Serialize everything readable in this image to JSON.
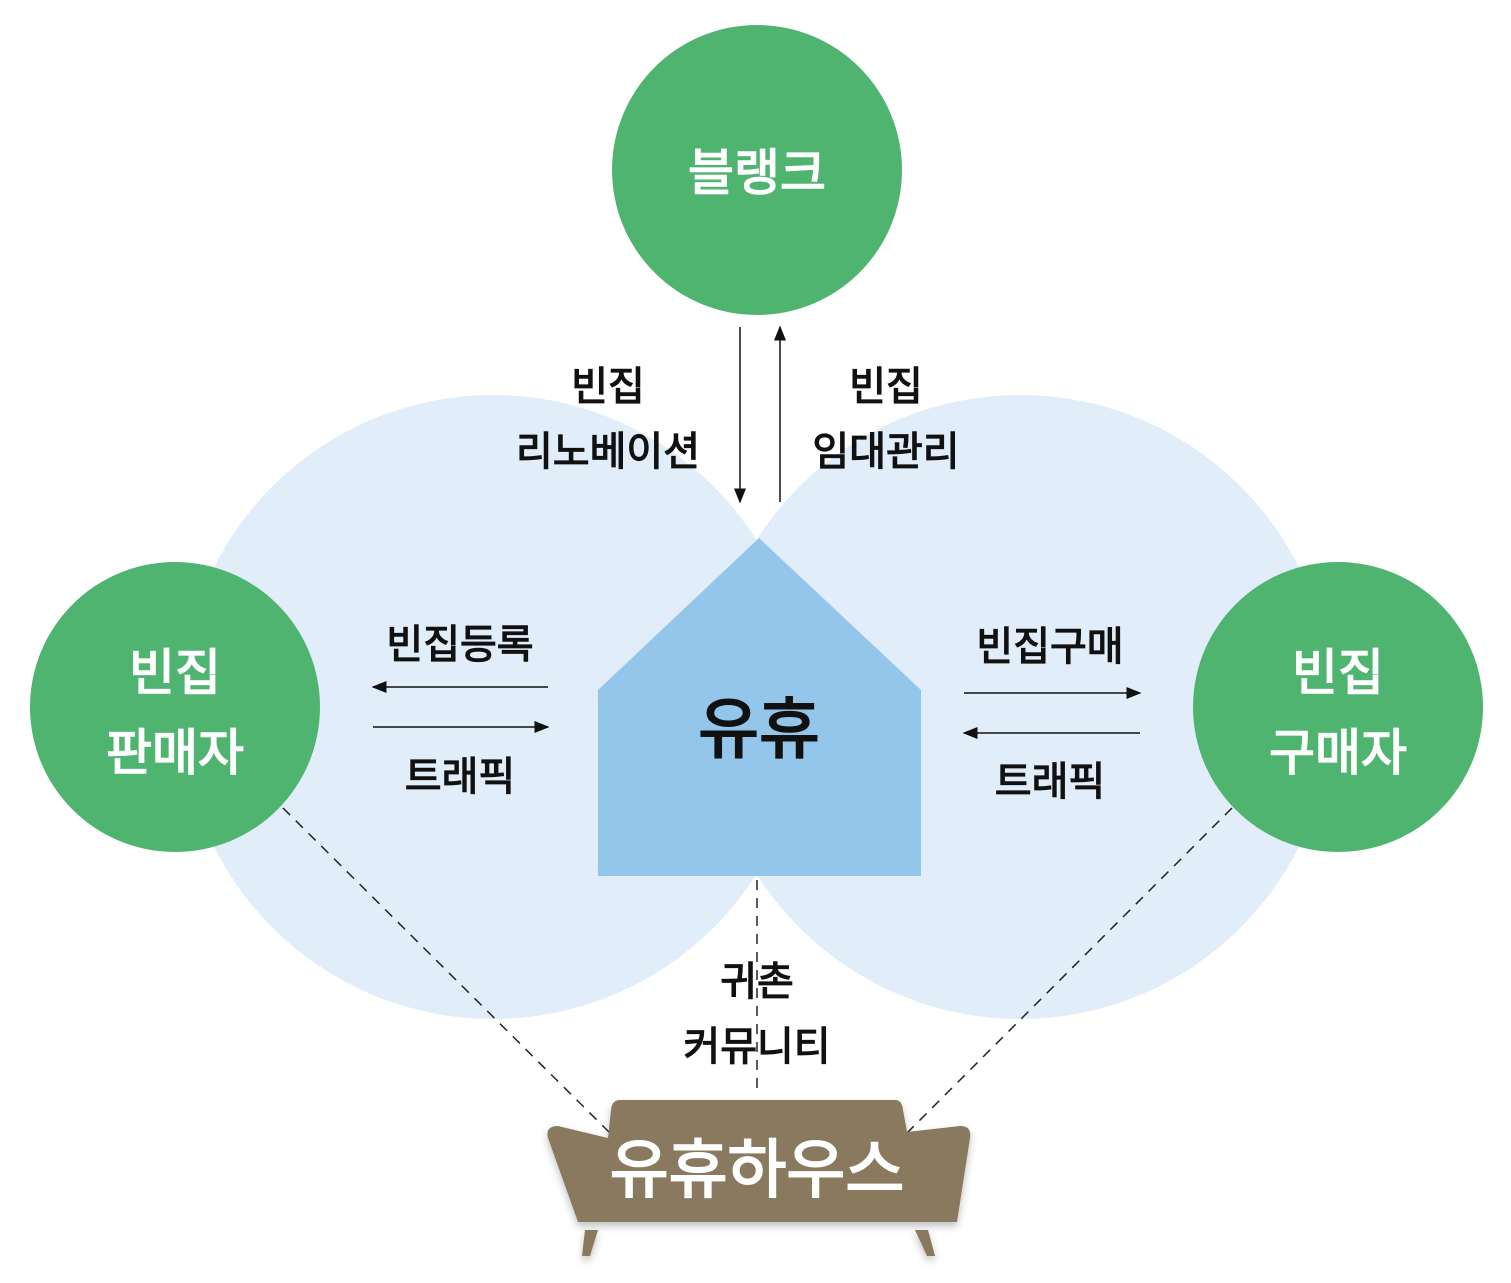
{
  "colors": {
    "green": "#4fb46f",
    "light_blue": "#e1edf9",
    "house": "#93c6ea",
    "sofa": "#89795f"
  },
  "nodes": {
    "top": {
      "label": "블랭크"
    },
    "left": {
      "line1": "빈집",
      "line2": "판매자"
    },
    "right": {
      "line1": "빈집",
      "line2": "구매자"
    },
    "center": {
      "label": "유휴"
    },
    "bottom": {
      "label": "유휴하우스"
    }
  },
  "edges": {
    "top_left": {
      "line1": "빈집",
      "line2": "리노베이션"
    },
    "top_right": {
      "line1": "빈집",
      "line2": "임대관리"
    },
    "left_top": {
      "label": "빈집등록"
    },
    "left_bottom": {
      "label": "트래픽"
    },
    "right_top": {
      "label": "빈집구매"
    },
    "right_bottom": {
      "label": "트래픽"
    },
    "bottom": {
      "line1": "귀촌",
      "line2": "커뮤니티"
    }
  }
}
